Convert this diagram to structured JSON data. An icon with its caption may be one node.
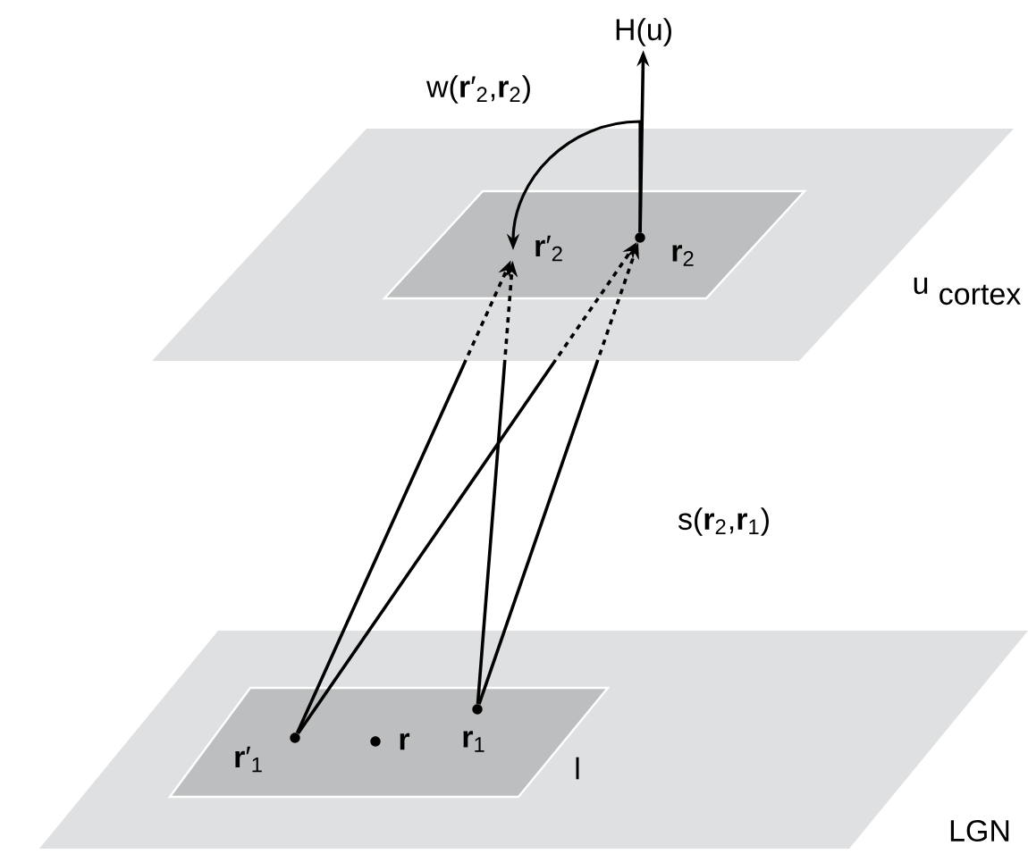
{
  "diagram": {
    "nodes": [
      {
        "text": [
          "cortex"
        ]
      },
      {
        "text": [
          "u"
        ],
        "in": 0
      },
      {
        "text": [
          "**r**′$_{2}$"
        ],
        "in": 1
      },
      {
        "text": [
          "**r**$_{2}$"
        ],
        "in": 1
      },
      {
        "text": [
          "H(u)"
        ]
      },
      {
        "text": [
          "LGN"
        ]
      },
      {
        "text": [
          "l"
        ],
        "in": 5
      },
      {
        "text": [
          "**r**′$_{1}$"
        ],
        "in": 6
      },
      {
        "text": [
          "r"
        ],
        "in": 6
      },
      {
        "text": [
          "**r**$_{1}$"
        ],
        "in": 6
      }
    ],
    "edges": [
      {
        "from": 3,
        "to": 4,
        "arrow": "to"
      },
      {
        "from": 3,
        "to": 2,
        "arrow": "to",
        "label": "w(**r**′$_{2}$,**r**$_{2}$)"
      },
      {
        "from": 7,
        "to": 2,
        "arrow": "to",
        "style": "dashed"
      },
      {
        "from": 7,
        "to": 3,
        "arrow": "to",
        "style": "dashed"
      },
      {
        "from": 9,
        "to": 2,
        "arrow": "to",
        "style": "dashed"
      },
      {
        "from": 9,
        "to": 3,
        "arrow": "to",
        "label": "s(**r**$_{2}$,**r**$_{1}$)",
        "style": "dashed"
      }
    ]
  }
}
